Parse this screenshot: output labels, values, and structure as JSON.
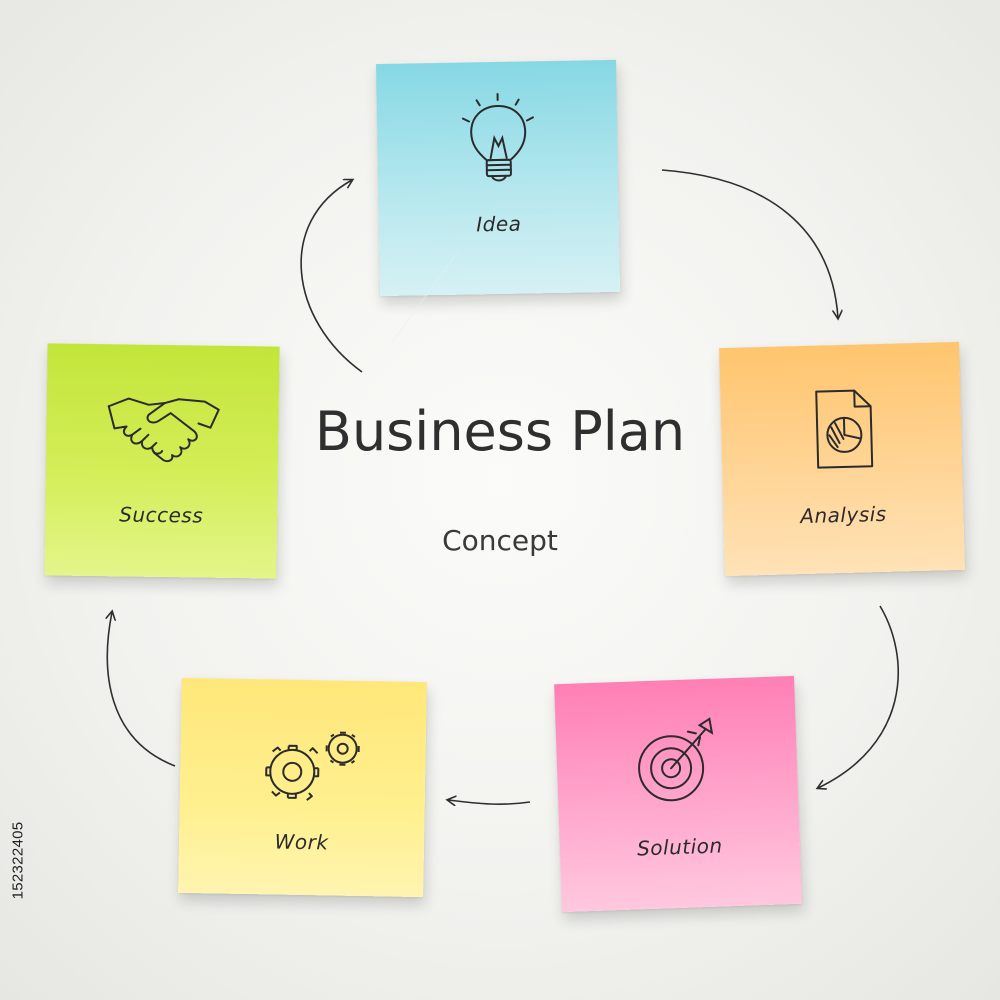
{
  "title": "Business Plan",
  "subtitle": "Concept",
  "stock_id": "152322405",
  "notes": [
    {
      "label": "Idea",
      "icon": "lightbulb-icon",
      "color": "#86d8e4"
    },
    {
      "label": "Analysis",
      "icon": "document-pie-chart-icon",
      "color": "#ffc56e"
    },
    {
      "label": "Solution",
      "icon": "target-arrow-icon",
      "color": "#ff7fb4"
    },
    {
      "label": "Work",
      "icon": "gears-icon",
      "color": "#ffe77a"
    },
    {
      "label": "Success",
      "icon": "handshake-icon",
      "color": "#c3e53a"
    }
  ],
  "arrow_color": "#2f2f2f"
}
